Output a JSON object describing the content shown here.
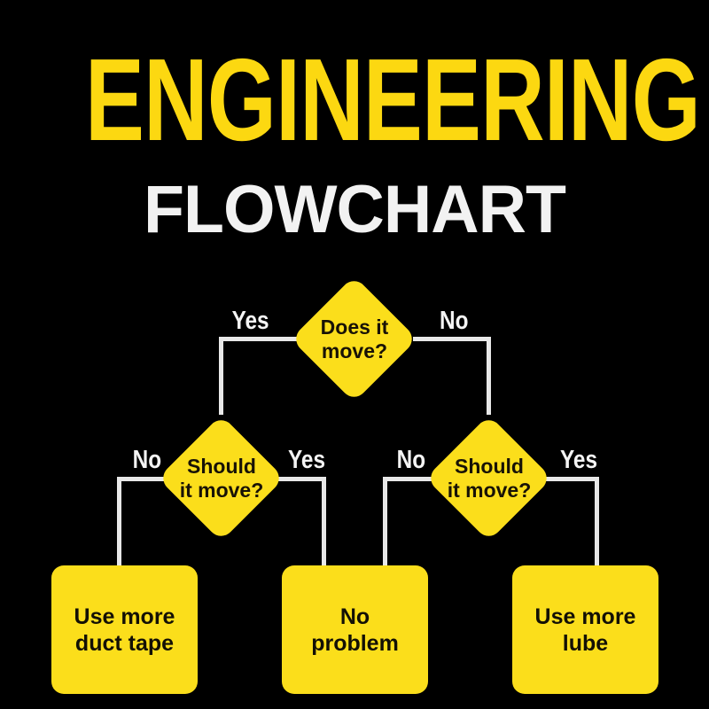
{
  "meta": {
    "background_color": "#000000",
    "accent_yellow": "#FBDE1B",
    "title_yellow": "#FCD811",
    "line_color": "#E8E8E8",
    "text_dark": "#141005",
    "text_light": "#F2F2F2"
  },
  "header": {
    "title": "ENGINEERING",
    "subtitle": "FLOWCHART"
  },
  "flowchart": {
    "nodes": [
      {
        "id": "does-it-move",
        "type": "decision",
        "text": "Does it\nmove?"
      },
      {
        "id": "should-it-move-left",
        "type": "decision",
        "text": "Should\nit move?"
      },
      {
        "id": "should-it-move-right",
        "type": "decision",
        "text": "Should\nit move?"
      },
      {
        "id": "use-more-duct-tape",
        "type": "terminal",
        "text": "Use more\nduct tape"
      },
      {
        "id": "no-problem",
        "type": "terminal",
        "text": "No\nproblem"
      },
      {
        "id": "use-more-lube",
        "type": "terminal",
        "text": "Use more\nlube"
      }
    ],
    "branch_labels": {
      "root_yes": "Yes",
      "root_no": "No",
      "left_no": "No",
      "left_yes": "Yes",
      "right_no": "No",
      "right_yes": "Yes"
    },
    "edges": [
      {
        "from": "does-it-move",
        "to": "should-it-move-left",
        "label": "Yes"
      },
      {
        "from": "does-it-move",
        "to": "should-it-move-right",
        "label": "No"
      },
      {
        "from": "should-it-move-left",
        "to": "use-more-duct-tape",
        "label": "No"
      },
      {
        "from": "should-it-move-left",
        "to": "no-problem",
        "label": "Yes"
      },
      {
        "from": "should-it-move-right",
        "to": "no-problem",
        "label": "No"
      },
      {
        "from": "should-it-move-right",
        "to": "use-more-lube",
        "label": "Yes"
      }
    ]
  }
}
